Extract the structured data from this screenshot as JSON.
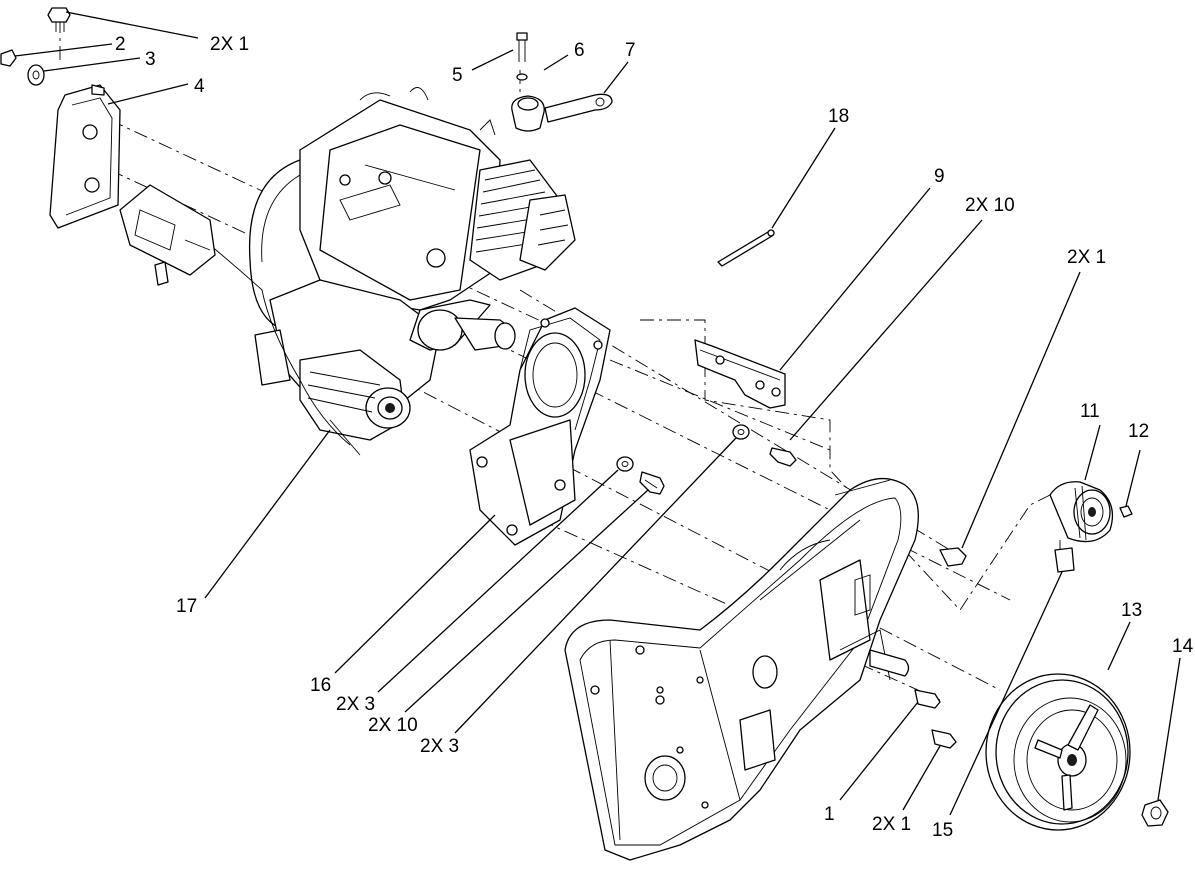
{
  "diagram": {
    "callouts": {
      "c01": "2X 1",
      "c02": "2",
      "c03": "3",
      "c04": "4",
      "c05": "5",
      "c06": "6",
      "c07": "7",
      "c08": "18",
      "c09": "9",
      "c10": "2X 10",
      "c11": "2X 1",
      "c12": "11",
      "c13": "12",
      "c14": "17",
      "c15": "13",
      "c16": "14",
      "c17": "16",
      "c18": "2X 3",
      "c19": "2X 10",
      "c20": "2X 3",
      "c21": "1",
      "c22": "2X 1",
      "c23": "15"
    }
  }
}
